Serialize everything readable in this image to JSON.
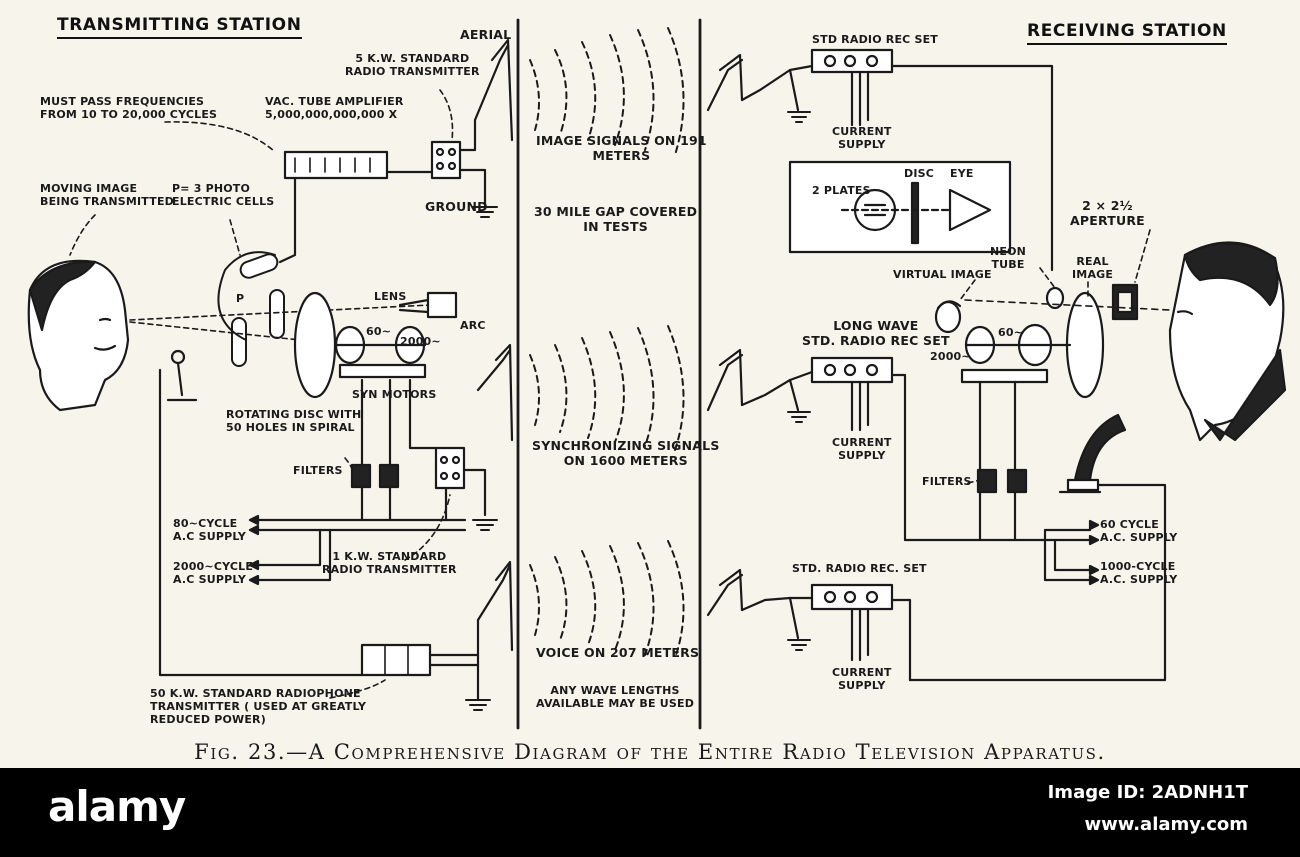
{
  "stations": {
    "transmitting": "TRANSMITTING STATION",
    "receiving": "RECEIVING STATION"
  },
  "transmit_labels": {
    "aerial": "AERIAL",
    "radio_transmitter_5kw": [
      "5 K.W. STANDARD",
      "RADIO TRANSMITTER"
    ],
    "must_pass": [
      "MUST PASS FREQUENCIES",
      "FROM 10 TO 20,000 CYCLES"
    ],
    "vac_tube": [
      "VAC. TUBE AMPLIFIER",
      "5,000,000,000,000 X"
    ],
    "moving_image": [
      "MOVING IMAGE",
      "BEING TRANSMITTED"
    ],
    "photo_cells": [
      "P= 3 PHOTO",
      "ELECTRIC CELLS"
    ],
    "ground": "GROUND",
    "lens": "LENS",
    "arc": "ARC",
    "p": "P",
    "sixty": "60~",
    "two_thousand": "2000~",
    "syn_motors": "SYN MOTORS",
    "rotating_disc": [
      "ROTATING DISC WITH",
      "50 HOLES IN SPIRAL"
    ],
    "filters": "FILTERS",
    "cycle_80": [
      "80~CYCLE",
      "A.C SUPPLY"
    ],
    "cycle_2000": [
      "2000~CYCLE",
      "A.C SUPPLY"
    ],
    "radio_transmitter_1kw": [
      "1 K.W. STANDARD",
      "RADIO TRANSMITTER"
    ],
    "radiophone": [
      "50 K.W. STANDARD RADIOPHONE",
      "TRANSMITTER ( USED AT GREATLY",
      "REDUCED  POWER)"
    ]
  },
  "gap_labels": {
    "image_signals": [
      "IMAGE SIGNALS ON 191",
      "METERS"
    ],
    "mile_gap": [
      "30 MILE GAP COVERED",
      "IN TESTS"
    ],
    "sync_signals": [
      "SYNCHRONIZING SIGNALS",
      "ON 1600 METERS"
    ],
    "voice": "VOICE ON 207 METERS",
    "any_wave": [
      "ANY WAVE LENGTHS",
      "AVAILABLE MAY BE USED"
    ]
  },
  "receive_labels": {
    "std_radio_top": "STD RADIO REC SET",
    "current_supply_1": [
      "CURRENT",
      "SUPPLY"
    ],
    "two_plates": "2 PLATES",
    "disc": "DISC",
    "eye": "EYE",
    "neon_tube": [
      "NEON",
      "TUBE"
    ],
    "virtual_image": "VIRTUAL IMAGE",
    "real_image": [
      "REAL",
      "IMAGE"
    ],
    "aperture": [
      "2 × 2½",
      "APERTURE"
    ],
    "long_wave": [
      "LONG WAVE",
      "STD. RADIO REC SET"
    ],
    "two_thousand": "2000~",
    "sixty": "60~",
    "current_supply_2": [
      "CURRENT",
      "SUPPLY"
    ],
    "filters": "FILTERS",
    "cycle_60": [
      "60  CYCLE",
      "A.C. SUPPLY"
    ],
    "cycle_1000": [
      "1000-CYCLE",
      "A.C. SUPPLY"
    ],
    "std_radio_bottom": "STD. RADIO REC. SET",
    "current_supply_3": [
      "CURRENT",
      "SUPPLY"
    ]
  },
  "caption": "Fig. 23.—A Comprehensive Diagram of the Entire Radio Television Apparatus.",
  "watermark": {
    "logo": "alamy",
    "image_id": "Image ID: 2ADNH1T",
    "url": "www.alamy.com"
  }
}
